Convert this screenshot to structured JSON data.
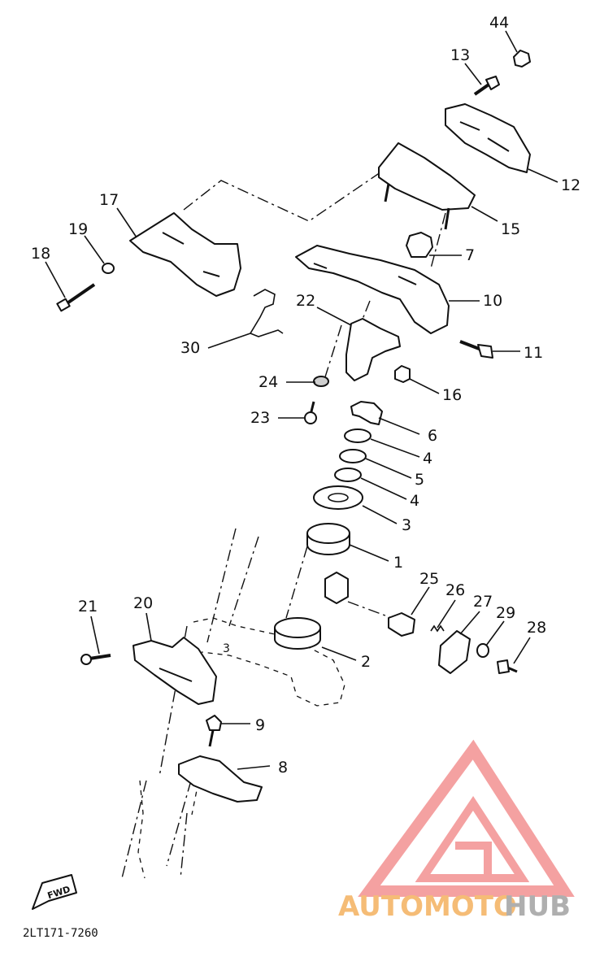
{
  "diagram": {
    "part_number": "2LT171-7260",
    "fwd_label": "FWD",
    "callouts": [
      "44",
      "13",
      "12",
      "15",
      "17",
      "19",
      "18",
      "7",
      "10",
      "30",
      "22",
      "11",
      "24",
      "16",
      "23",
      "6",
      "4",
      "5",
      "4",
      "3",
      "1",
      "25",
      "26",
      "27",
      "29",
      "28",
      "21",
      "20",
      "2",
      "9",
      "8",
      "3"
    ]
  },
  "watermark": {
    "part1": "AUTOMOTO",
    "part2": "HUB",
    "color1": "#f5b76b",
    "color2": "#a9a9a9",
    "logo_color": "#f49a9a"
  }
}
